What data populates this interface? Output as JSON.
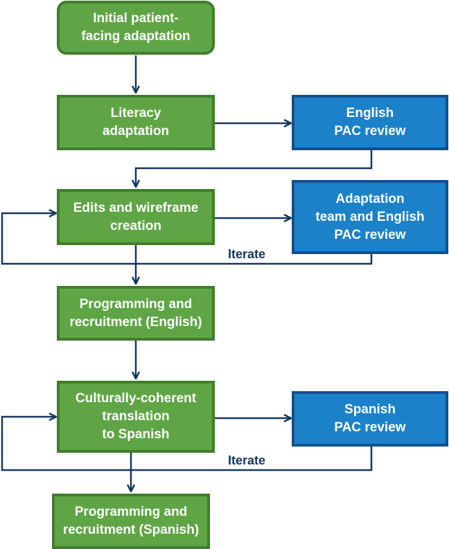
{
  "nodes": {
    "initial": "Initial patient-\nfacing adaptation",
    "literacy": "Literacy\nadaptation",
    "english_pac": "English\nPAC review",
    "edits": "Edits and wireframe\ncreation",
    "adapt_team": "Adaptation\nteam and English\nPAC review",
    "prog_english": "Programming and\nrecruitment (English)",
    "translation": "Culturally-coherent\ntranslation\nto Spanish",
    "spanish_pac": "Spanish\nPAC review",
    "prog_spanish": "Programming and\nrecruitment (Spanish)"
  },
  "labels": {
    "iterate_1": "Iterate",
    "iterate_2": "Iterate"
  },
  "colors": {
    "green_fill": "#5fa545",
    "green_border": "#3f7e2c",
    "blue_fill": "#1b81c9",
    "blue_border": "#10508f",
    "connector": "#14365f"
  }
}
